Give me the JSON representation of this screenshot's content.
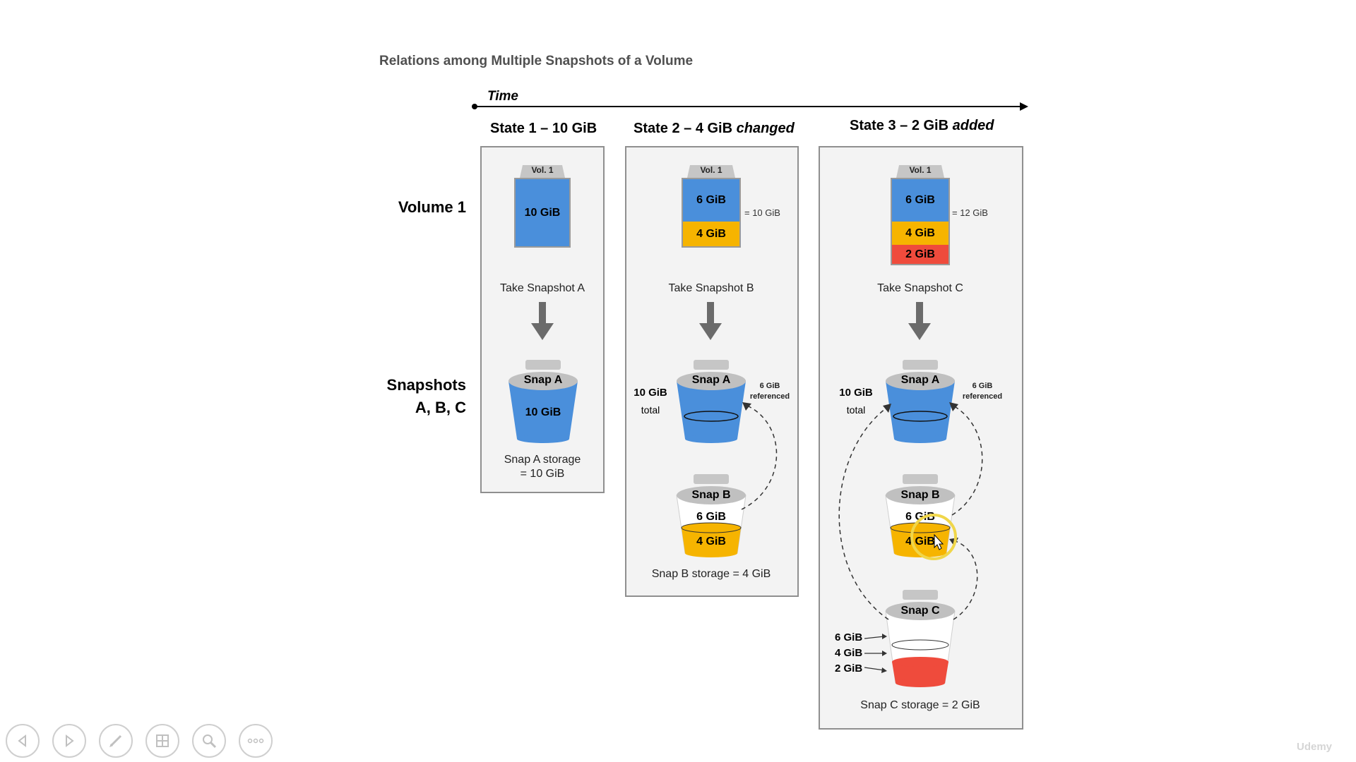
{
  "title": "Relations among Multiple Snapshots of a Volume",
  "time_label": "Time",
  "row_labels": {
    "volume": "Volume 1",
    "snapshots_line1": "Snapshots",
    "snapshots_line2": "A, B, C"
  },
  "states": [
    {
      "header": "State 1 – 10 GiB",
      "vol_label": "Vol. 1",
      "segments": [
        "10 GiB"
      ],
      "action": "Take Snapshot A",
      "snap_a": {
        "label": "Snap A",
        "content": "10 GiB"
      },
      "storage_line1": "Snap A storage",
      "storage_line2": "= 10 GiB"
    },
    {
      "header_main": "State 2 – 4 GiB ",
      "header_emph": "changed",
      "vol_label": "Vol. 1",
      "segments": [
        "6 GiB",
        "4 GiB"
      ],
      "sum": "= 10 GiB",
      "action": "Take Snapshot B",
      "snap_a": {
        "label": "Snap A"
      },
      "total_line1": "10 GiB",
      "total_line2": "total",
      "ref_line1": "6 GiB",
      "ref_line2": "referenced",
      "snap_b": {
        "label": "Snap B",
        "top": "6 GiB",
        "bottom": "4 GiB"
      },
      "storage": "Snap B storage = 4 GiB"
    },
    {
      "header_main": "State 3 – 2 GiB ",
      "header_emph": "added",
      "vol_label": "Vol. 1",
      "segments": [
        "6 GiB",
        "4 GiB",
        "2 GiB"
      ],
      "sum": "= 12 GiB",
      "action": "Take Snapshot C",
      "snap_a": {
        "label": "Snap A"
      },
      "total_line1": "10 GiB",
      "total_line2": "total",
      "ref_line1": "6 GiB",
      "ref_line2": "referenced",
      "snap_b": {
        "label": "Snap B",
        "top": "6 GiB",
        "bottom": "4 GiB"
      },
      "snap_c": {
        "label": "Snap C",
        "lbl1": "6 GiB",
        "lbl2": "4 GiB",
        "lbl3": "2 GiB"
      },
      "storage": "Snap C storage = 2 GiB"
    }
  ],
  "colors": {
    "blue": "#4a8fdb",
    "yellow": "#f6b400",
    "red": "#ef4b3c",
    "gray": "#9a9a9a",
    "panel": "#f3f3f3"
  },
  "toolbar": [
    "previous-icon",
    "next-icon",
    "pen-icon",
    "slides-icon",
    "zoom-icon",
    "more-icon"
  ],
  "watermark": "Udemy"
}
